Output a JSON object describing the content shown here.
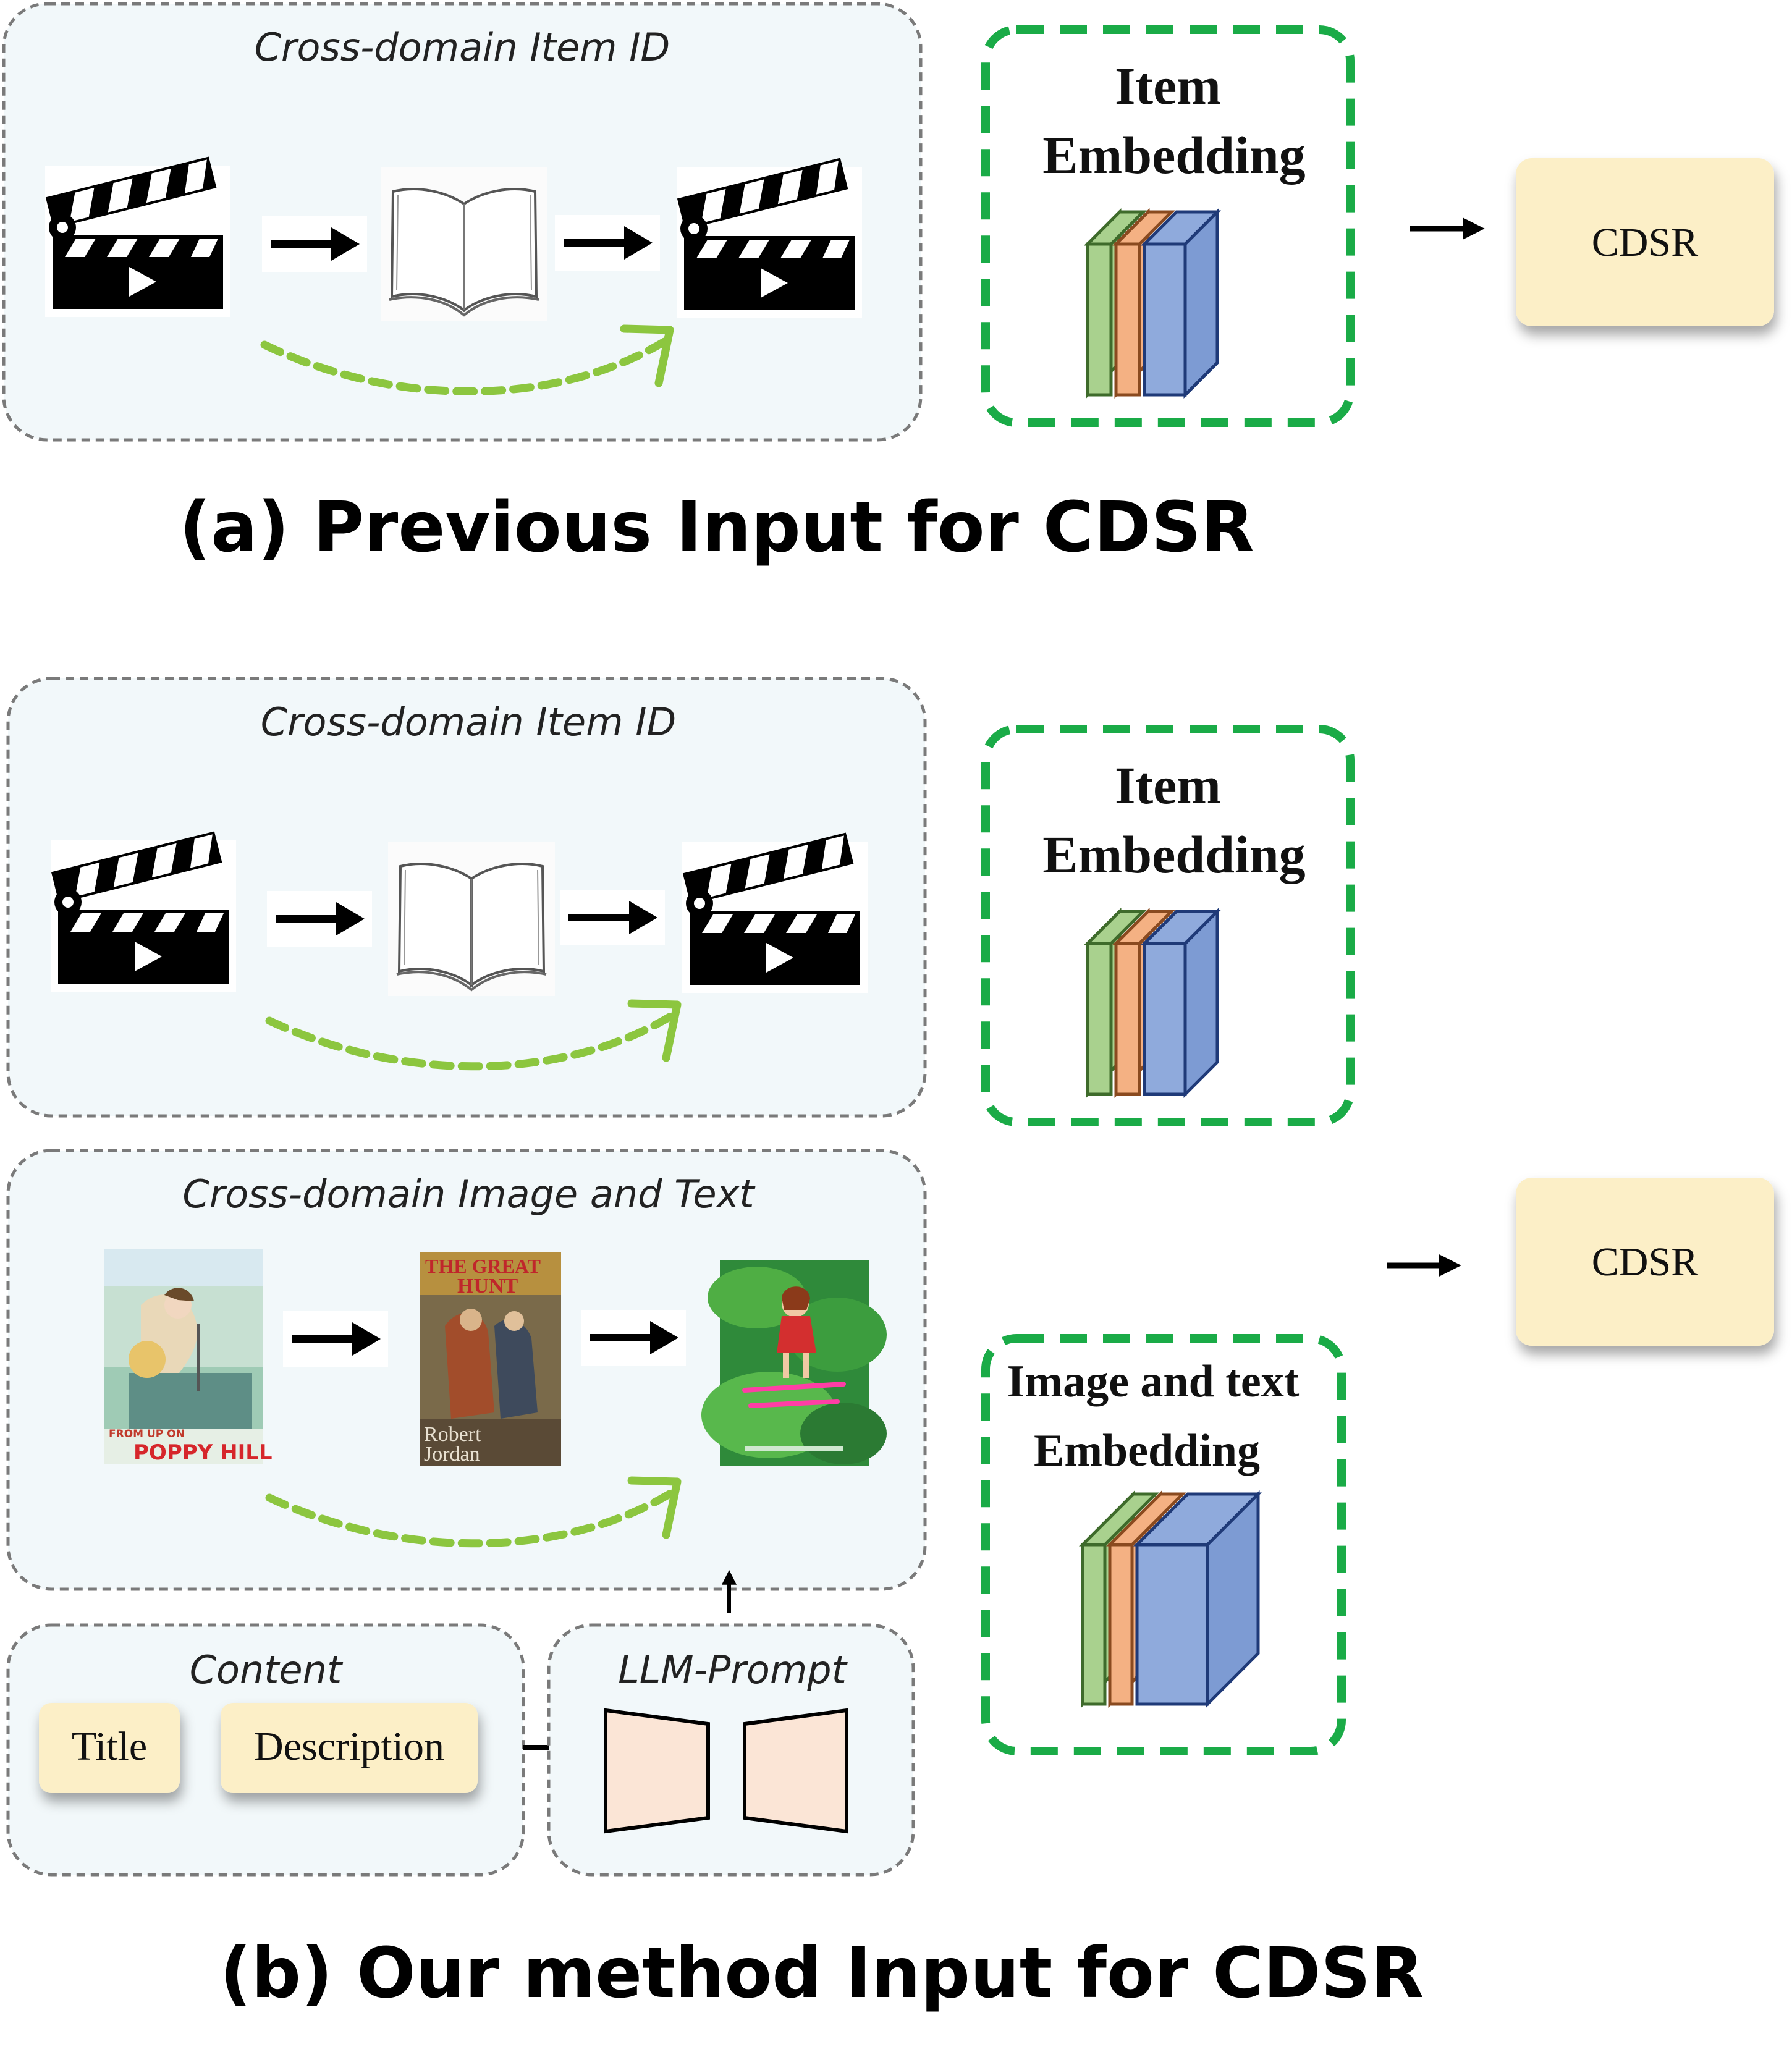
{
  "panel_a": {
    "id_box_title": "Cross-domain Item ID",
    "embedding_line1": "Item",
    "embedding_line2": "Embedding",
    "cdsr_label": "CDSR",
    "caption": "(a) Previous Input for CDSR"
  },
  "panel_b": {
    "id_box_title": "Cross-domain Item ID",
    "image_text_box_title": "Cross-domain Image and Text",
    "content_box_title": "Content",
    "content_items": [
      "Title",
      "Description"
    ],
    "llm_box_title": "LLM-Prompt",
    "item_embedding_line1": "Item",
    "item_embedding_line2": "Embedding",
    "it_embedding_line1": "Image and text",
    "it_embedding_line2": "Embedding",
    "cdsr_label": "CDSR",
    "caption": "(b) Our method Input for CDSR",
    "poster_texts": {
      "poster1_line1": "FROM UP ON",
      "poster1_line2": "POPPY HILL",
      "poster2_line1": "THE GREAT",
      "poster2_line2": "HUNT",
      "poster2_author1": "Robert",
      "poster2_author2": "Jordan"
    }
  },
  "colors": {
    "box_fill": "#f2f8fa",
    "box_stroke": "#7a7a7a",
    "green_dash": "#1aab47",
    "light_green_arrow": "#8cc63f",
    "cdsr_fill": "#fcefc7",
    "layer_green": "#a9d18e",
    "layer_orange": "#f4b183",
    "layer_blue": "#8faadc",
    "trapezoid_fill": "#fbe5d6"
  }
}
